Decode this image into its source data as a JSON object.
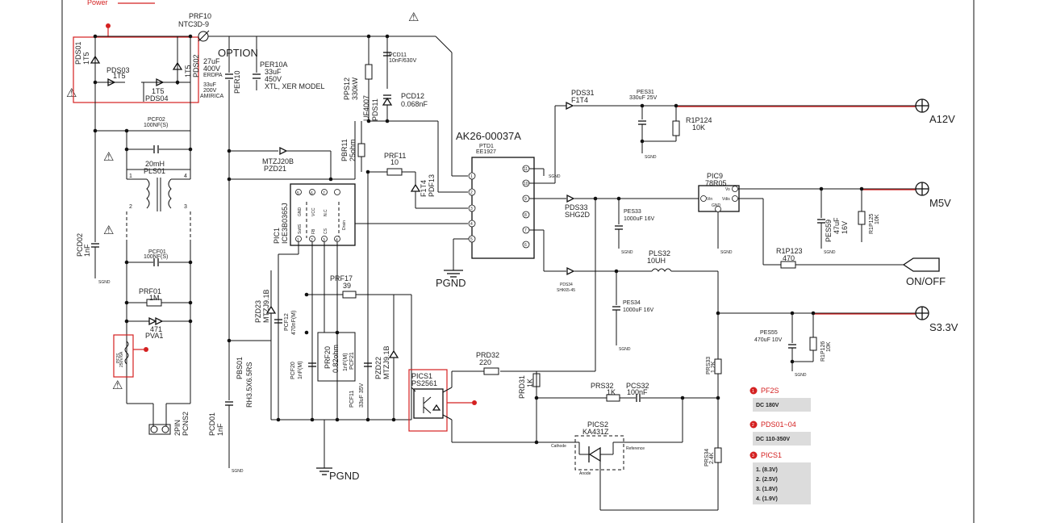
{
  "header": {
    "label": "Power"
  },
  "warning": {
    "symbol": "⚠"
  },
  "labels": {
    "option": "OPTION",
    "prf10": "PRF10",
    "ntc": "NTC3D-9",
    "pds01": "PDS01",
    "pds01v": "1T5",
    "pds03": "PDS03",
    "pds03v": "1T5",
    "pds04v": "1T5",
    "pds04": "PDS04",
    "pds02v": "1T5",
    "pds02": "PDS02",
    "cap27": "27uF",
    "cap400": "400V",
    "erdpa": "ERDPA",
    "cap33a": "33uF",
    "cap200": "200V",
    "amirica": "AMIRICA",
    "per10": "PER10",
    "per10a": "PER10A",
    "per10av": "33uF",
    "per10av2": "450V",
    "xtl": "XTL, XER MODEL",
    "pps12": "PPS12",
    "pps12v": "330kW",
    "uf4007": "UF4007",
    "pds11": "PDS11",
    "pcd11": "PCD11",
    "pcd11v": "10nF/630V",
    "pcd12": "PCD12",
    "pcd12v": "0.068nF",
    "pcf02": "PCF02",
    "pcf02v": "100NF(S)",
    "ind": "20mH",
    "pls01": "PLS01",
    "pcd02": "PCD02",
    "pcd02v": "1nF",
    "pcf01": "PCF01",
    "pcf01v": "100NF(S)",
    "prf01": "PRF01",
    "prf01v": "1M",
    "pva1v": "471",
    "pva1": "PVA1",
    "fuse": "PF2S",
    "fusev": "250V/6A",
    "pcns2v": "2PIN",
    "pcns2": "PCNS2",
    "pcd01": "PCD01",
    "pcd01v": "1nF",
    "pbs01": "PBS01",
    "rh3": "RH3.5X6.5RS",
    "pzd21": "PZD21",
    "mtzj20b": "MTZJ20B",
    "pic1": "PIC1",
    "ice": "ICE3B0365J",
    "pin_gnd": "GND",
    "pin_vcc": "VCC",
    "pin_nc": "N.C",
    "pin_softs": "SoftS",
    "pin_fb": "FB",
    "pin_cs": "CS",
    "pin_drain": "Drain",
    "pbr11": "PBR11",
    "pbr11v": "25ohm",
    "prf11": "PRF11",
    "prf11v": "10",
    "pdf13": "PDF13",
    "pdf13v": "F1T4",
    "prf17": "PRF17",
    "prf17v": "39",
    "pzd23": "PZD23",
    "pzd23v": "MTZJ9.1B",
    "pcf12": "PCF12",
    "pcf12v": "470nF(M)",
    "pcf20": "PCF20",
    "pcf20v": "1nF(M)",
    "prf20": "PRF20",
    "prf20v": "0.82ohm",
    "pcf11": "PCF11",
    "pcf11v": "33uF 35V",
    "pcf21": "PCF21",
    "pcf21v": "1nF(M)",
    "pzd22": "PZD22",
    "pzd22v": "MTZJ9.1B",
    "pgnd": "PGND",
    "ptd1": "PTD1",
    "ee1927": "EE1927",
    "xfmr": "AK26-00037A",
    "pds31": "PDS31",
    "pds31v": "F1T4",
    "pes31": "PES31",
    "pes31v": "330uF 25V",
    "r1p124": "R1P124",
    "r1p124v": "10K",
    "a12v": "A12V",
    "pds33": "PDS33",
    "pds33v": "SHG2D",
    "pes33": "PES33",
    "pes33v": "1000uF 16V",
    "pic9": "PIC9",
    "pic9v": "78R05",
    "vin": "Vin",
    "vo": "Vo",
    "vdis": "Vdis",
    "gnd": "GND",
    "pes59": "PES59",
    "pes59v": "47uF",
    "pes59v2": "16V",
    "r1p125": "R1P125",
    "r1p125v": "10K",
    "m5v": "M5V",
    "r1p123": "R1P123",
    "r1p123v": "470",
    "onoff": "ON/OFF",
    "pds34": "PDS34",
    "pds34v": "SHK65-45",
    "pls32": "PLS32",
    "pls32v": "10UH",
    "pes34": "PES34",
    "pes34v": "1000uF 16V",
    "s33v": "S3.3V",
    "pes55": "PES55",
    "pes55v": "470uF 10V",
    "r1p126": "R1P126",
    "r1p126v": "10K",
    "prd32": "PRD32",
    "prd32v": "220",
    "prd31": "PRD31",
    "prd31v": "1K",
    "prs32": "PRS32",
    "prs32v": "1K",
    "pcs32": "PCS32",
    "pcs32v": "100nF",
    "prs33": "PRS33",
    "prs33v": "1.2K",
    "pics1": "PICS1",
    "pics1v": "PS2561",
    "pics2": "PICS2",
    "pics2v": "KA431Z",
    "cathode": "Cathode",
    "reference": "Reference",
    "anode": "Anode",
    "prs34": "PRS34",
    "prs34v": "2.4K",
    "sgnd": "SGND",
    "pin1": "1",
    "pin2": "2",
    "pin3": "3",
    "pin4": "4",
    "pin5": "5",
    "pin6": "6",
    "pin7": "7",
    "pin8": "8",
    "pin9": "9",
    "pin10": "10",
    "pin11": "11",
    "p1": "1",
    "p2": "2",
    "p3": "3",
    "p4": "4",
    "p5": "5",
    "p6": "6",
    "p7": "7"
  },
  "notes": [
    {
      "marker": "1",
      "title": "PF2S",
      "lines": [
        "DC 180V"
      ]
    },
    {
      "marker": "2",
      "title": "PDS01~04",
      "lines": [
        "DC 110-350V"
      ]
    },
    {
      "marker": "3",
      "title": "PICS1",
      "lines": [
        "1. (8.3V)",
        "2. (2.5V)",
        "3. (1.8V)",
        "4. (1.9V)"
      ]
    }
  ],
  "colors": {
    "accent_red": "#d42020",
    "note_bg": "#dcdcdc"
  }
}
